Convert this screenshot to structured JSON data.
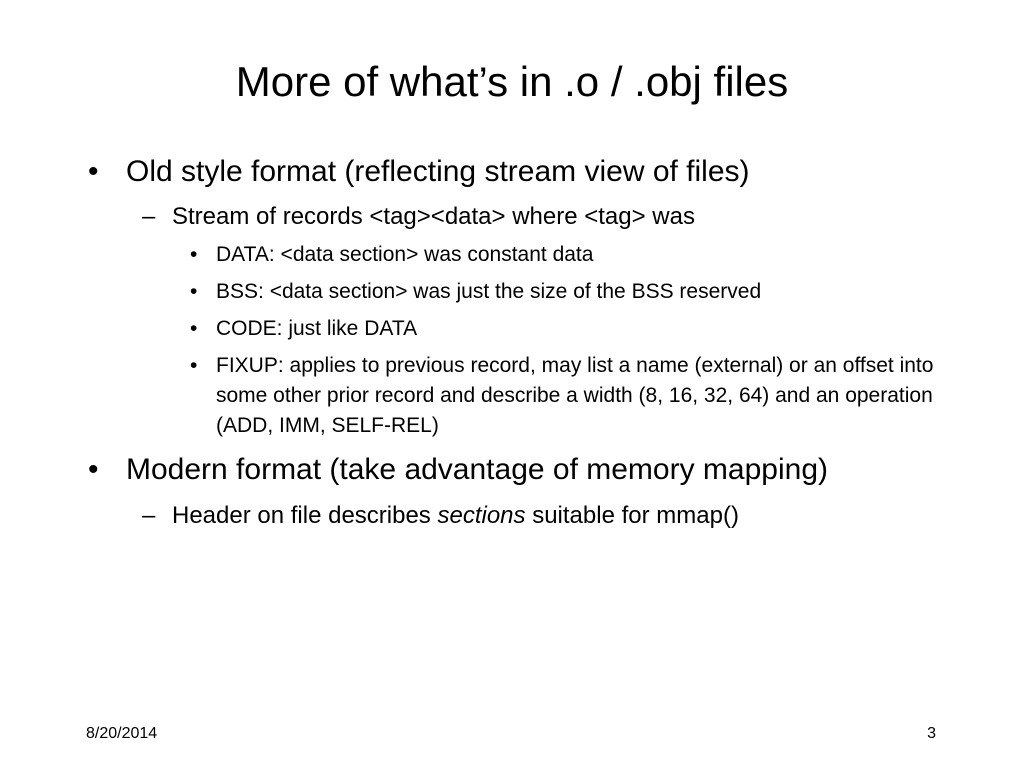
{
  "slide": {
    "title": "More of what’s in .o / .obj files",
    "bullet_l1": "•",
    "bullet_l2": "–",
    "bullet_l3": "•",
    "items": [
      {
        "text": "Old style format (reflecting stream view of files)"
      },
      {
        "text": "Stream of records <tag><data> where <tag> was"
      },
      {
        "text": "DATA: <data section> was constant data"
      },
      {
        "text": "BSS: <data section> was just the size of the BSS reserved"
      },
      {
        "text": "CODE: just like DATA"
      },
      {
        "text": "FIXUP: applies to previous record, may list a name (external) or an offset into some other prior record and describe a width (8, 16, 32, 64) and an operation (ADD, IMM, SELF-REL)"
      },
      {
        "text": "Modern format (take advantage of memory mapping)"
      },
      {
        "text_before": "Header on file describes ",
        "text_italic": "sections",
        "text_after": " suitable for mmap()"
      }
    ]
  },
  "footer": {
    "date": "8/20/2014",
    "page_number": "3"
  }
}
